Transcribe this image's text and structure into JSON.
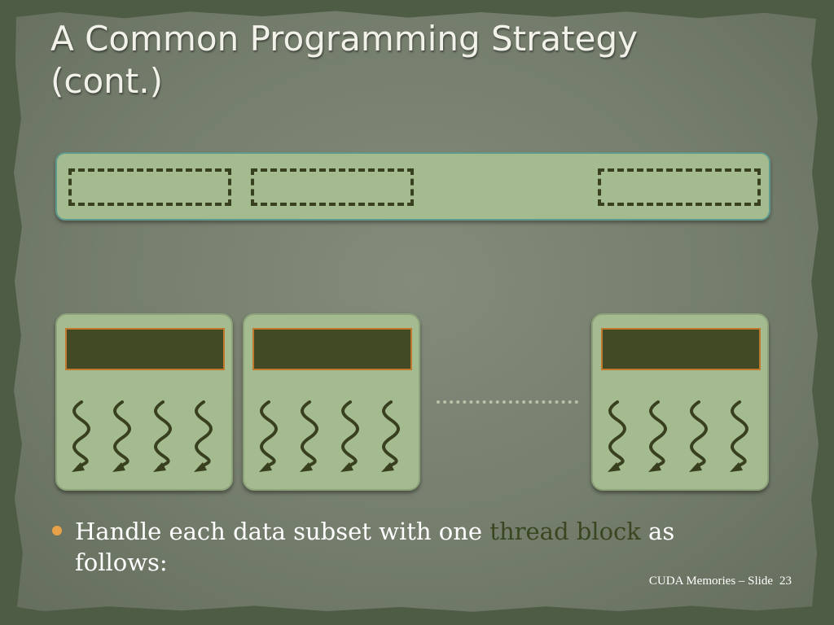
{
  "slide": {
    "title": "A Common Programming Strategy\n(cont.)",
    "bullet": {
      "text_before": "Handle each data subset with one ",
      "highlight": "thread block",
      "text_after": " as follows:"
    },
    "footer": {
      "label": "CUDA Memories – Slide",
      "page_number": "23"
    }
  },
  "diagram": {
    "data_subsets": 3,
    "thread_blocks": 3,
    "threads_per_block": 4
  },
  "colors": {
    "background": "#4f5c45",
    "panel_fill": "#a4bb8f",
    "shared_memory_fill": "#414a24",
    "shared_memory_border": "#c07a2e",
    "thread_arrow": "#39401f",
    "bullet_dot": "#e8a148",
    "highlight_text": "#3a4620"
  }
}
